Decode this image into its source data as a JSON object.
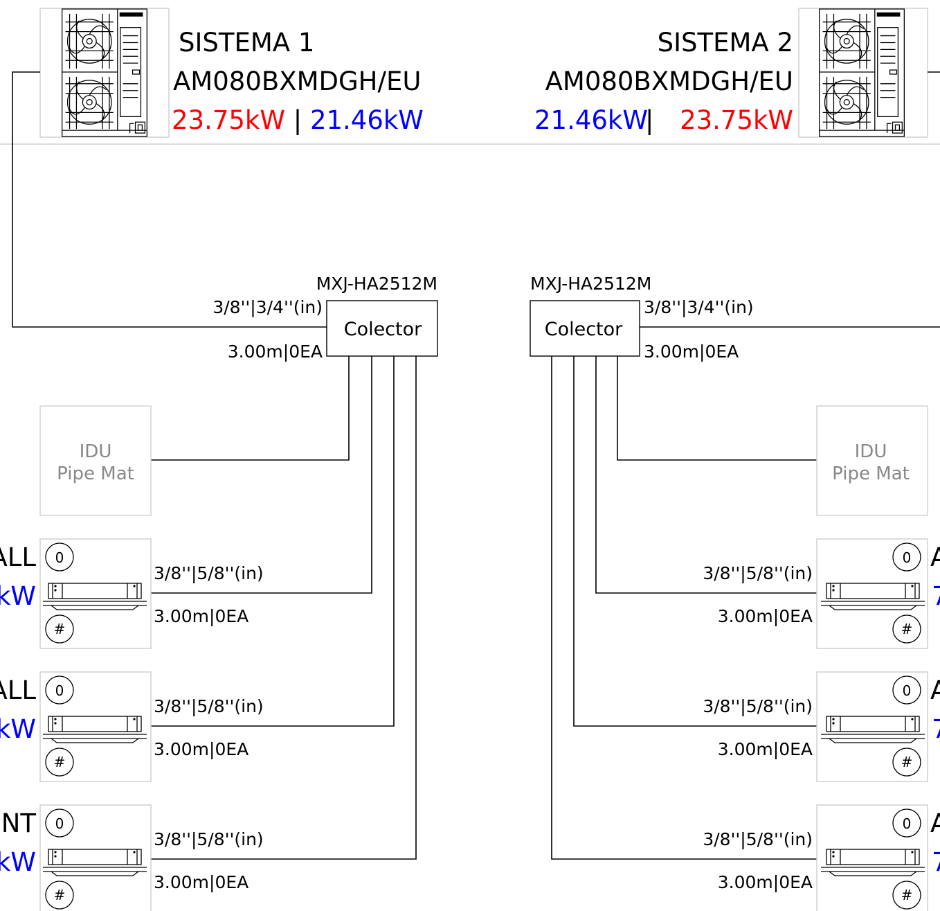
{
  "colors": {
    "heat": "#ff0000",
    "cool": "#0000ff",
    "ghost_text": "#888888",
    "line": "#000000",
    "divider": "#d0d0d0"
  },
  "systems": [
    {
      "title": "SISTEMA 1",
      "model": "AM080BXMDGH/EU",
      "heat_capacity": "23.75kW",
      "separator": " | ",
      "cool_capacity": "21.46kW",
      "icon": "outdoor-unit-icon",
      "collector": {
        "model": "MXJ-HA2512M",
        "label": "Colector",
        "pipe_size": "3/8''|3/4''(in)",
        "pipe_length": "3.00m|0EA"
      },
      "idu_placeholder": {
        "line1": "IDU",
        "line2": "Pipe Mat"
      },
      "indoor_units": [
        {
          "name_fragment": "ALL",
          "capacity_fragment": "kW",
          "address": "0",
          "group": "#",
          "pipe_size": "3/8''|5/8''(in)",
          "pipe_length": "3.00m|0EA",
          "icon": "cassette-unit-icon"
        },
        {
          "name_fragment": "ALL",
          "capacity_fragment": "kW",
          "address": "0",
          "group": "#",
          "pipe_size": "3/8''|5/8''(in)",
          "pipe_length": "3.00m|0EA",
          "icon": "cassette-unit-icon"
        },
        {
          "name_fragment": "NT",
          "capacity_fragment": "kW",
          "address": "0",
          "group": "#",
          "pipe_size": "3/8''|5/8''(in)",
          "pipe_length": "3.00m|0EA",
          "icon": "cassette-unit-icon"
        }
      ]
    },
    {
      "title": "SISTEMA 2",
      "model": "AM080BXMDGH/EU",
      "cool_capacity": "21.46kW",
      "separator": "|",
      "heat_capacity": "23.75kW",
      "icon": "outdoor-unit-icon",
      "collector": {
        "model": "MXJ-HA2512M",
        "label": "Colector",
        "pipe_size": "3/8''|3/4''(in)",
        "pipe_length": "3.00m|0EA"
      },
      "idu_placeholder": {
        "line1": "IDU",
        "line2": "Pipe Mat"
      },
      "indoor_units": [
        {
          "name_fragment": "A",
          "capacity_fragment": "7",
          "address": "0",
          "group": "#",
          "pipe_size": "3/8''|5/8''(in)",
          "pipe_length": "3.00m|0EA",
          "icon": "cassette-unit-icon"
        },
        {
          "name_fragment": "A",
          "capacity_fragment": "7",
          "address": "0",
          "group": "#",
          "pipe_size": "3/8''|5/8''(in)",
          "pipe_length": "3.00m|0EA",
          "icon": "cassette-unit-icon"
        },
        {
          "name_fragment": "A",
          "capacity_fragment": "7",
          "address": "0",
          "group": "#",
          "pipe_size": "3/8''|5/8''(in)",
          "pipe_length": "3.00m|0EA",
          "icon": "cassette-unit-icon"
        }
      ]
    }
  ]
}
